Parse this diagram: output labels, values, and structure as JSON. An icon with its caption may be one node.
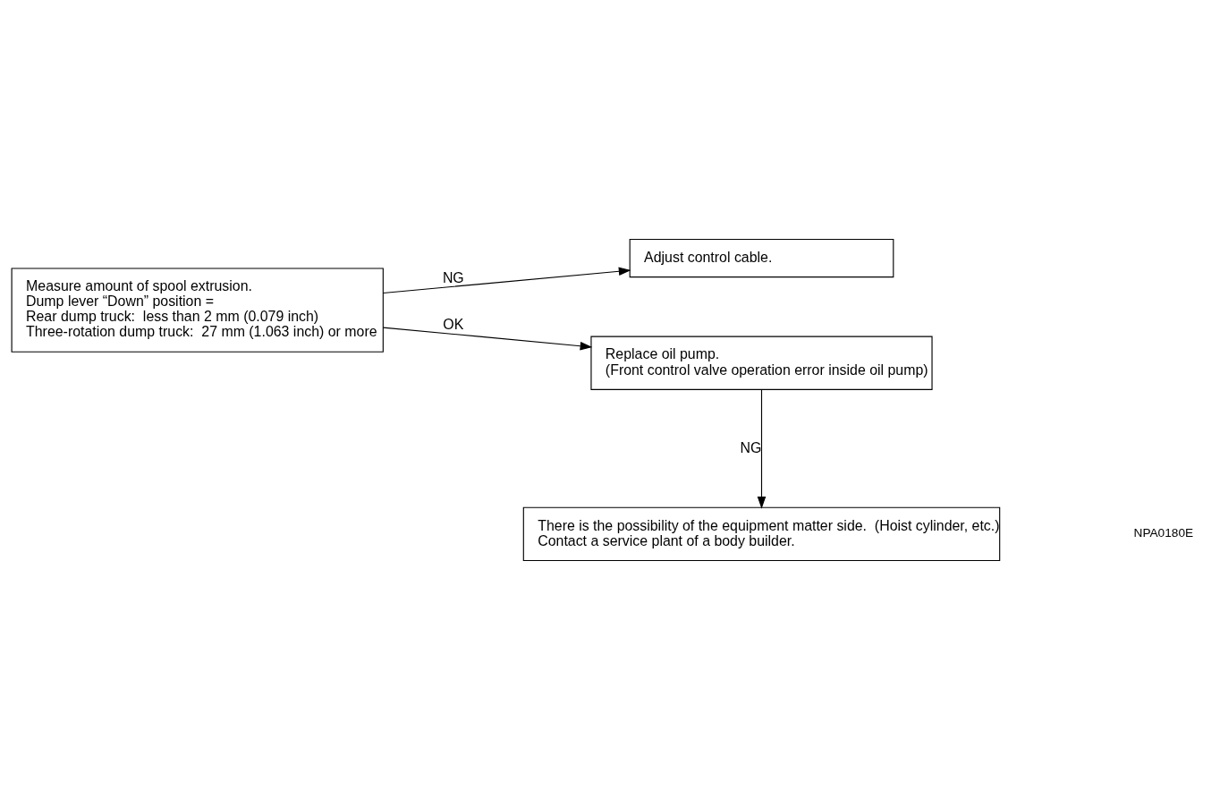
{
  "diagram": {
    "nodes": [
      {
        "text": [
          "Measure amount of spool extrusion.",
          "Dump lever “Down” position =",
          "Rear dump truck:  less than 2 mm (0.079 inch)",
          "Three-rotation dump truck:  27 mm (1.063 inch) or more"
        ]
      },
      {
        "text": [
          "Adjust control cable."
        ]
      },
      {
        "text": [
          "Replace oil pump.",
          "(Front control valve operation error inside oil pump)"
        ]
      },
      {
        "text": [
          "There is the possibility of the equipment matter side.  (Hoist cylinder, etc.)",
          "Contact a service plant of a body builder."
        ]
      }
    ],
    "edges": [
      {
        "from": 0,
        "to": 1,
        "arrow": "to",
        "label": "NG"
      },
      {
        "from": 0,
        "to": 2,
        "arrow": "to",
        "label": "OK"
      },
      {
        "from": 2,
        "to": 3,
        "arrow": "to",
        "label": "NG"
      }
    ],
    "labels": [
      "NPA0180E"
    ]
  }
}
